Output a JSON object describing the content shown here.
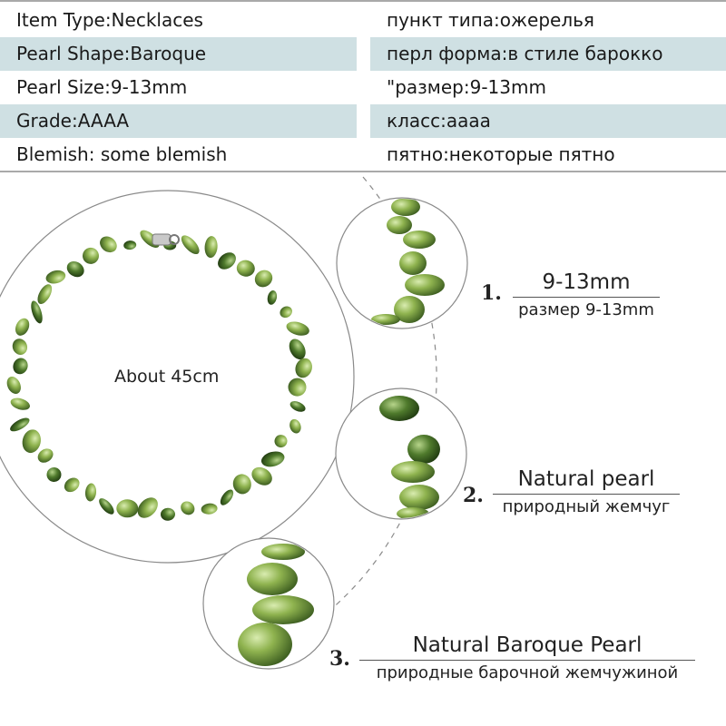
{
  "spec_table": {
    "rows": [
      {
        "en": "Item Type:Necklaces",
        "ru": "пункт типа:ожерелья",
        "shaded": false
      },
      {
        "en": "Pearl Shape:Baroque",
        "ru": "перл форма:в стиле барокко",
        "shaded": true
      },
      {
        "en": "Pearl Size:9-13mm",
        "ru": "\"размер:9-13mm",
        "shaded": false
      },
      {
        "en": "Grade:AAAA",
        "ru": "класс:аааа",
        "shaded": true
      },
      {
        "en": "Blemish: some blemish",
        "ru": "пятно:некоторые пятно",
        "shaded": false
      }
    ],
    "shade_color": "#cfe0e3"
  },
  "necklace": {
    "length_label": "About 45cm",
    "pearl_color": "#6f9a3a"
  },
  "details": [
    {
      "number": "1.",
      "title": "9-13mm",
      "subtitle": "размер 9-13mm"
    },
    {
      "number": "2.",
      "title": "Natural pearl",
      "subtitle": "природный жемчуг"
    },
    {
      "number": "3.",
      "title": "Natural Baroque Pearl",
      "subtitle": "природные барочной жемчужиной"
    }
  ]
}
